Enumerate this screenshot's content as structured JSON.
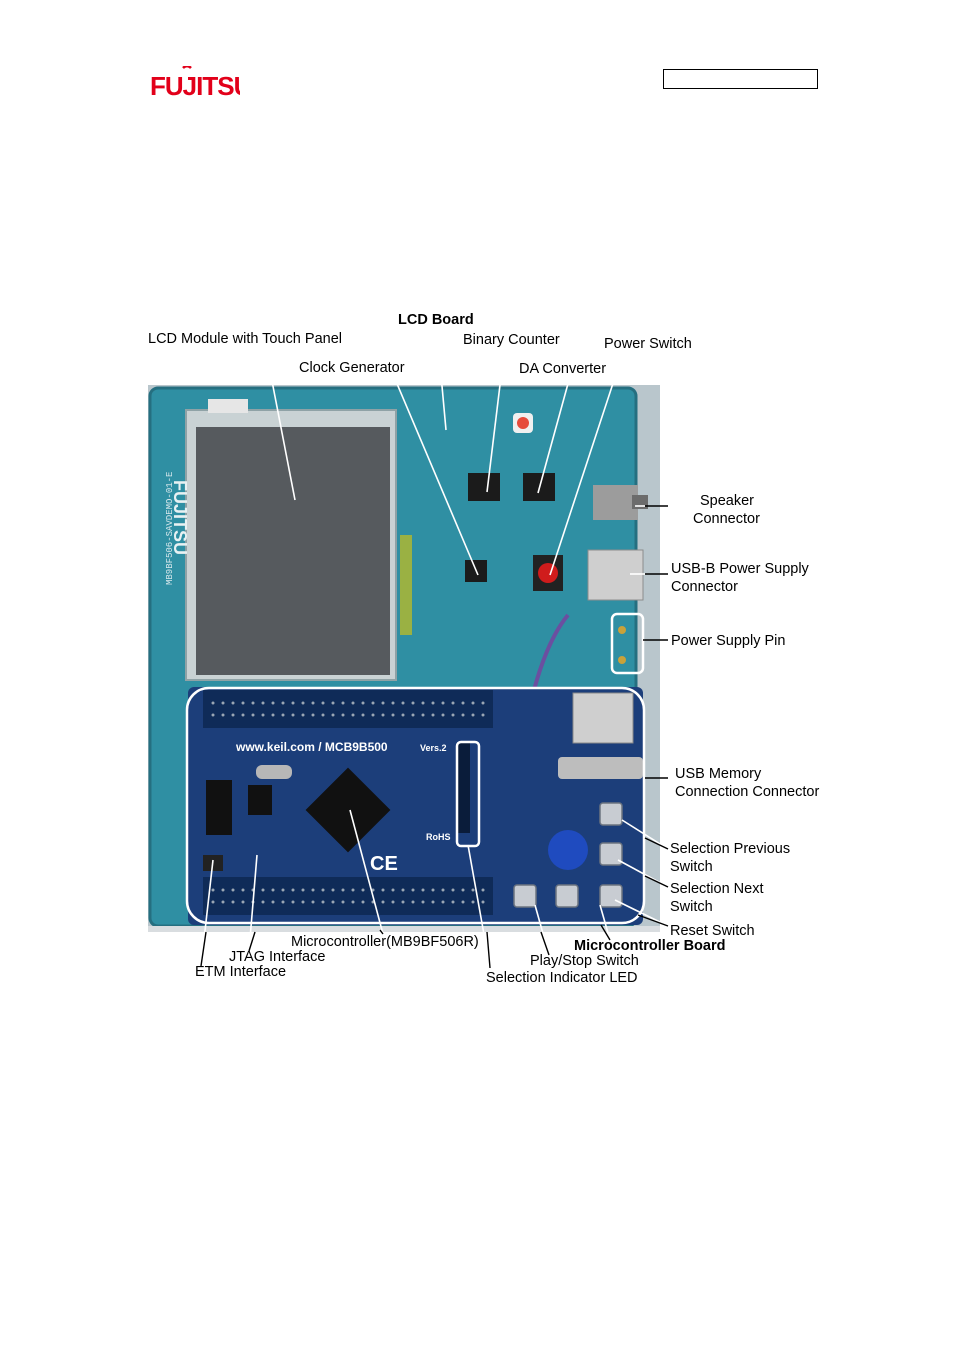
{
  "header": {
    "logo_text": "FUJITSU",
    "doc_number_box": ""
  },
  "photo": {
    "board_silkscreen_brand": "FUJITSU",
    "board_silkscreen_model": "MB9BF506-SAVDEMO-01-E",
    "mcb_silkscreen": "www.keil.com / MCB9B500",
    "mcb_version": "Vers.2",
    "rohs": "RoHS",
    "ce": "CE"
  },
  "labels": {
    "lcd_board": "LCD Board",
    "lcd_module": "LCD Module with Touch Panel",
    "binary_counter": "Binary Counter",
    "power_switch": "Power Switch",
    "clock_generator": "Clock Generator",
    "da_converter": "DA Converter",
    "speaker_connector_1": "Speaker",
    "speaker_connector_2": "Connector",
    "usb_b_1": "USB-B Power Supply",
    "usb_b_2": "Connector",
    "power_supply_pin": "Power Supply Pin",
    "usb_memory_1": "USB Memory",
    "usb_memory_2": "Connection Connector",
    "sel_prev_1": "Selection Previous",
    "sel_prev_2": "Switch",
    "sel_next_1": "Selection Next",
    "sel_next_2": "Switch",
    "reset_switch": "Reset Switch",
    "mcb_board": "Microcontroller Board",
    "microcontroller": "Microcontroller(MB9BF506R)",
    "jtag": "JTAG Interface",
    "etm": "ETM Interface",
    "play_stop": "Play/Stop Switch",
    "sel_led": "Selection Indicator LED"
  },
  "colors": {
    "logo_red": "#e2001a",
    "board_teal": "#2f8fa3",
    "mcb_blue": "#1c3e7a"
  }
}
